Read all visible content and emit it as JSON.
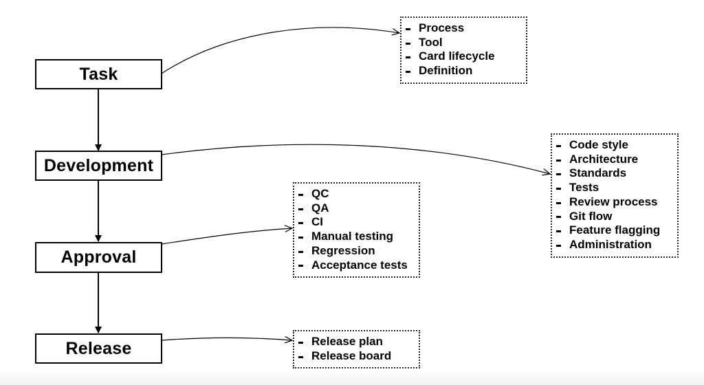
{
  "stages": [
    {
      "id": "task",
      "label": "Task"
    },
    {
      "id": "development",
      "label": "Development"
    },
    {
      "id": "approval",
      "label": "Approval"
    },
    {
      "id": "release",
      "label": "Release"
    }
  ],
  "notes": {
    "task": [
      "Process",
      "Tool",
      "Card lifecycle",
      "Definition"
    ],
    "development": [
      "Code style",
      "Architecture",
      "Standards",
      "Tests",
      "Review process",
      "Git flow",
      "Feature flagging",
      "Administration"
    ],
    "approval": [
      "QC",
      "QA",
      "CI",
      "Manual testing",
      "Regression",
      "Acceptance tests"
    ],
    "release": [
      "Release plan",
      "Release board"
    ]
  }
}
